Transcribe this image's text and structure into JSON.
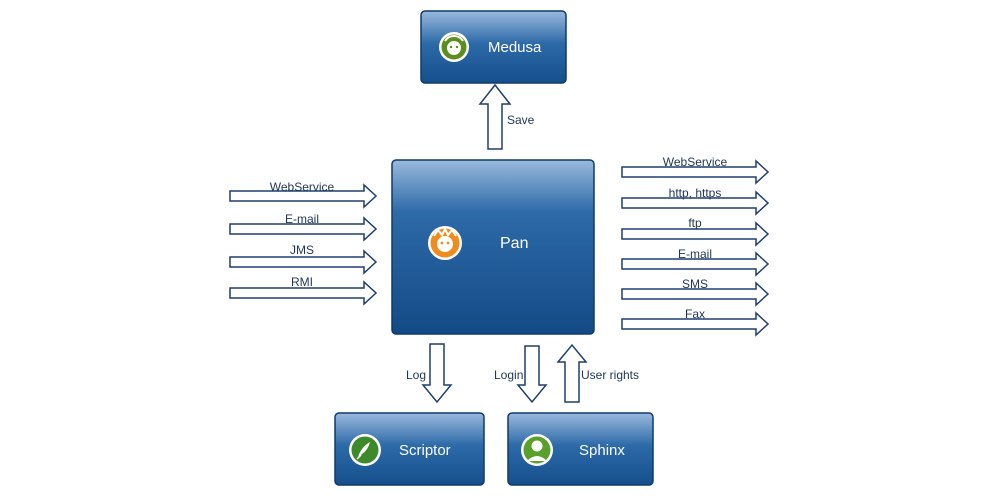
{
  "nodes": {
    "medusa": {
      "label": "Medusa",
      "icon": "medusa-logo-icon",
      "icon_color": "#5a8f1e"
    },
    "pan": {
      "label": "Pan",
      "icon": "pan-logo-icon",
      "icon_color": "#f08c1e"
    },
    "scriptor": {
      "label": "Scriptor",
      "icon": "scriptor-logo-icon",
      "icon_color": "#3e8a2a"
    },
    "sphinx": {
      "label": "Sphinx",
      "icon": "sphinx-logo-icon",
      "icon_color": "#5aa02c"
    }
  },
  "edges": {
    "save": "Save",
    "log": "Log",
    "login": "Login",
    "user_rights": "User rights"
  },
  "inputs": [
    "WebService",
    "E-mail",
    "JMS",
    "RMI"
  ],
  "outputs": [
    "WebService",
    "http, https",
    "ftp",
    "E-mail",
    "SMS",
    "Fax"
  ],
  "colors": {
    "box_top": "#8aaed8",
    "box_bottom": "#154f8c",
    "box_border": "#0f3a6b",
    "arrow_stroke": "#1f3f6e",
    "label_text": "#1f3554"
  }
}
